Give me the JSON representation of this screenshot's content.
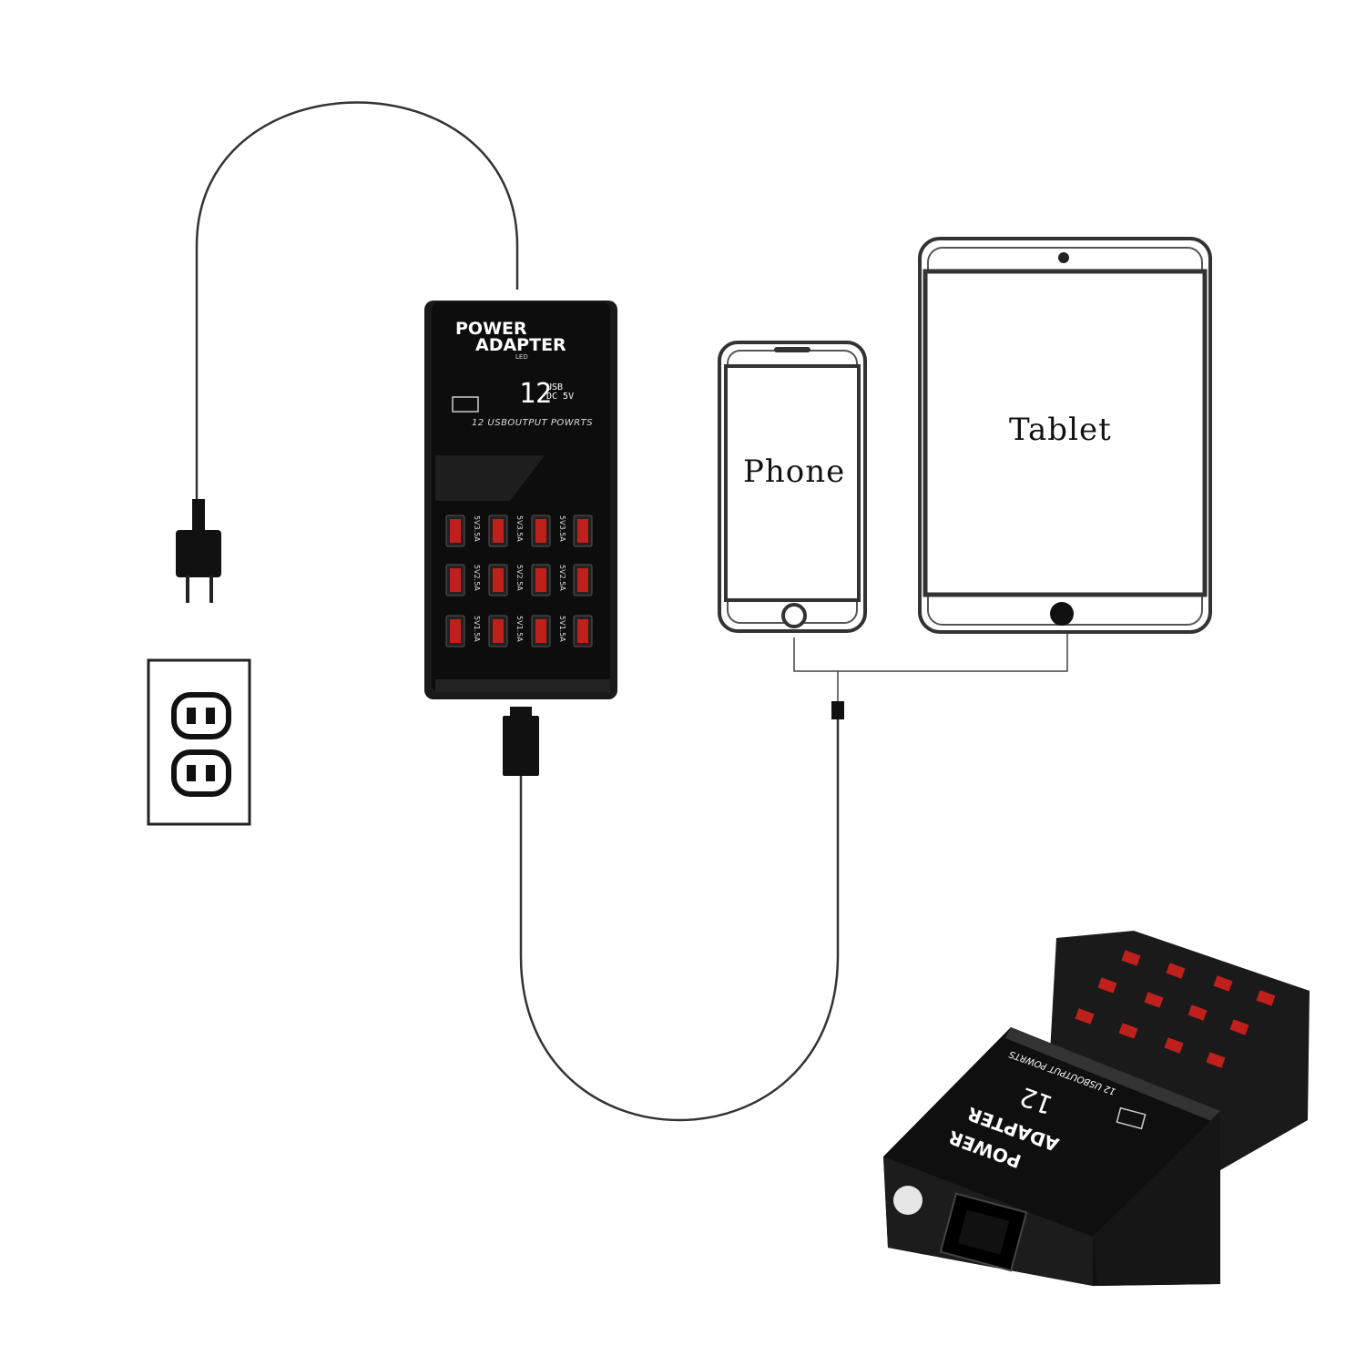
{
  "labels": {
    "phone": "Phone",
    "tablet": "Tablet"
  },
  "hub": {
    "title_line1": "POWER",
    "title_line2": "ADAPTER",
    "led": "LED",
    "display_big": "12",
    "display_small_top": "USB",
    "display_small_bottom": "DC 5V",
    "ports_text": "12 USBOUTPUT POWRTS",
    "port_rates": [
      "5V3.5A",
      "5V3.5A",
      "5V3.5A",
      "5V2.5A",
      "5V2.5A",
      "5V2.5A",
      "5V1.5A",
      "5V1.5A",
      "5V1.5A"
    ]
  },
  "colors": {
    "hub_body": "#111111",
    "usb_port": "#c0201c",
    "line": "#333333"
  }
}
